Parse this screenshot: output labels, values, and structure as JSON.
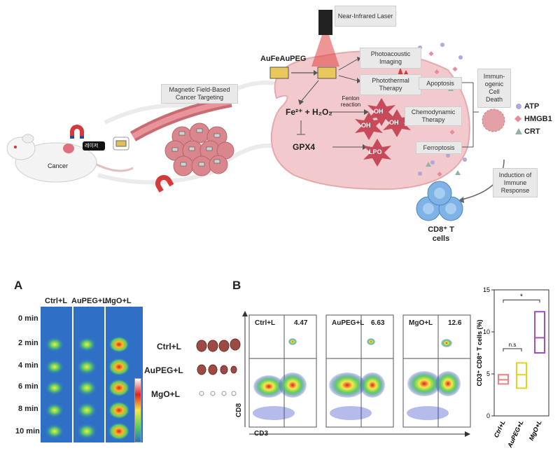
{
  "schematic": {
    "laser_label": "Near-Infrared Laser",
    "particle_label": "AuFeAuPEG",
    "magnet_targeting_label": "Magnetic Field-Based Cancer Targeting",
    "mouse_label": "Cancer",
    "laser_device_label": "레이저",
    "photoacoustic_label": "Photoacoustic Imaging",
    "photothermal_label": "Photothermal Therapy",
    "apoptosis_label": "Apoptosis",
    "fenton_label": "Fenton reaction",
    "fe_reaction_label": "Fe²⁺ + H₂O₂",
    "oh_label": "·OH",
    "chemodynamic_label": "Chemodynamic Therapy",
    "gpx4_label": "GPX4",
    "lpo_label": "LPO",
    "ferroptosis_label": "Ferroptosis",
    "icd_label": "Immun-ogenic Cell Death",
    "legend": [
      {
        "label": "ATP",
        "color": "#b3a6d9"
      },
      {
        "label": "HMGB1",
        "color": "#e98a9a"
      },
      {
        "label": "CRT",
        "color": "#8fb3a5"
      }
    ],
    "immune_label": "Induction of Immune Response",
    "tcell_label": "CD8⁺ T cells"
  },
  "panel_a": {
    "letter": "A",
    "columns": [
      "Ctrl+L",
      "AuPEG+L",
      "MgO+L"
    ],
    "rows": [
      "0 min",
      "2 min",
      "4 min",
      "6 min",
      "8 min",
      "10 min"
    ],
    "tumor_rows": [
      "Ctrl+L",
      "AuPEG+L",
      "MgO+L"
    ]
  },
  "panel_b": {
    "letter": "B",
    "flow": [
      {
        "name": "Ctrl+L",
        "value": "4.47"
      },
      {
        "name": "AuPEG+L",
        "value": "6.63"
      },
      {
        "name": "MgO+L",
        "value": "12.6"
      }
    ],
    "x_axis": "CD3",
    "y_axis": "CD8"
  },
  "chart_data": {
    "type": "box",
    "ylabel": "CD3⁺ CD8⁺ T cells (%)",
    "ylim": [
      0,
      15
    ],
    "yticks": [
      "0",
      "5",
      "10",
      "15"
    ],
    "categories": [
      "Ctrl+L",
      "AuPEG+L",
      "MgO+L"
    ],
    "boxes": [
      {
        "low": 3.8,
        "median": 4.3,
        "high": 4.9,
        "color": "#f08080"
      },
      {
        "low": 3.3,
        "median": 4.9,
        "high": 6.3,
        "color": "#e6d21a"
      },
      {
        "low": 7.5,
        "median": 9.3,
        "high": 12.4,
        "color": "#a050c0"
      }
    ],
    "annotations": [
      "n.s",
      "*"
    ]
  }
}
